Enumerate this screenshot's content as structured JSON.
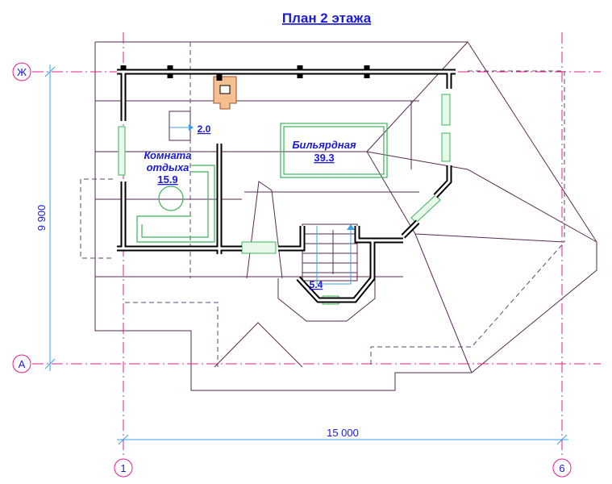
{
  "title": "План 2 этажа",
  "axes": {
    "top": "Ж",
    "bottom": "А",
    "left": "1",
    "right": "6"
  },
  "dimensions": {
    "height": "9 900",
    "width": "15 000"
  },
  "rooms": [
    {
      "name_line1": "Комната",
      "name_line2": "отдыха",
      "area": "15.9"
    },
    {
      "name_line1": "Бильярдная",
      "area": "39.3"
    },
    {
      "area": "2.0"
    },
    {
      "area": "5.4"
    }
  ],
  "colors": {
    "text": "#1a1ad6",
    "axis": "#e0208a",
    "roof": "#5a2a50",
    "furniture": "#3cb45a",
    "dimension": "#3aa0e8"
  }
}
